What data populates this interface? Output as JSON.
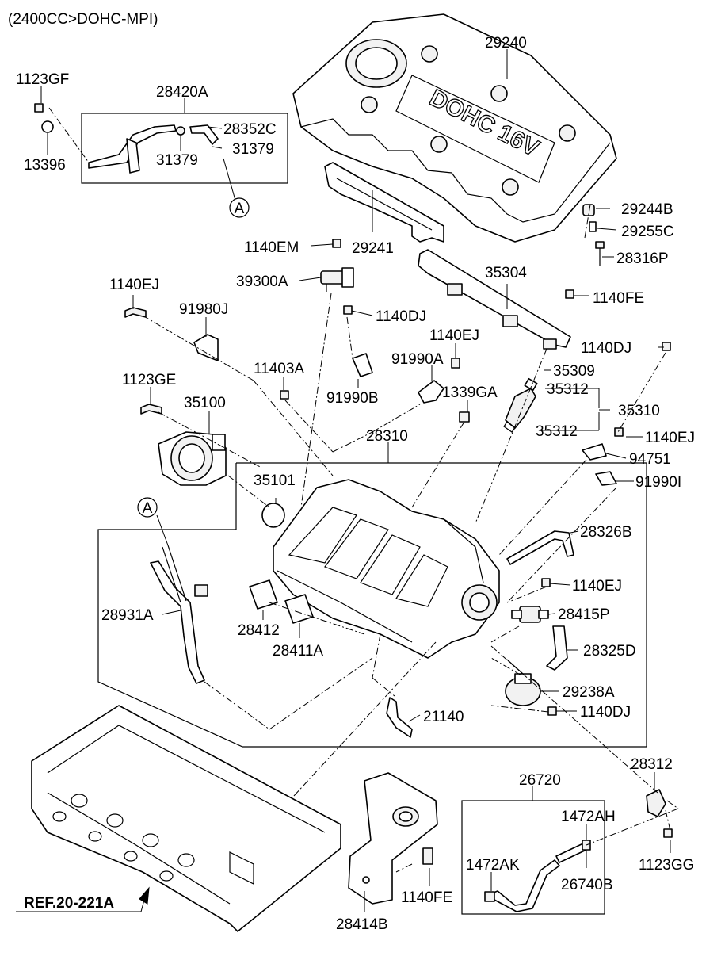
{
  "header": "(2400CC>DOHC-MPI)",
  "cover_text": "DOHC 16V",
  "reference": "REF.20-221A",
  "callout_marker": "A",
  "parts": {
    "p1123GF": "1123GF",
    "p13396": "13396",
    "p28420A": "28420A",
    "p28352C": "28352C",
    "p31379a": "31379",
    "p31379b": "31379",
    "p29240": "29240",
    "p29244B": "29244B",
    "p29255C": "29255C",
    "p28316P": "28316P",
    "p29241": "29241",
    "p1140EM": "1140EM",
    "p39300A": "39300A",
    "p35304": "35304",
    "p1140FE_top": "1140FE",
    "p1140EJ_left": "1140EJ",
    "p91980J": "91980J",
    "p1140DJ_mid": "1140DJ",
    "p1140EJ_mid": "1140EJ",
    "p91990A": "91990A",
    "p91990B": "91990B",
    "p11403A": "11403A",
    "p1123GE": "1123GE",
    "p35100": "35100",
    "p1339GA": "1339GA",
    "p35309": "35309",
    "p1140DJ_right": "1140DJ",
    "p35312a": "35312",
    "p35310": "35310",
    "p35312b": "35312",
    "p1140EJ_right": "1140EJ",
    "p28310": "28310",
    "p94751": "94751",
    "p91990I": "91990I",
    "p35101": "35101",
    "p28326B": "28326B",
    "p1140EJ_low": "1140EJ",
    "p28931A": "28931A",
    "p28415P": "28415P",
    "p28412": "28412",
    "p28411A": "28411A",
    "p28325D": "28325D",
    "p29238A": "29238A",
    "p1140DJ_low": "1140DJ",
    "p21140": "21140",
    "p26720": "26720",
    "p28312": "28312",
    "p1472AH": "1472AH",
    "p1472AK": "1472AK",
    "p26740B": "26740B",
    "p1123GG": "1123GG",
    "p1140FE_low": "1140FE",
    "p28414B": "28414B"
  }
}
